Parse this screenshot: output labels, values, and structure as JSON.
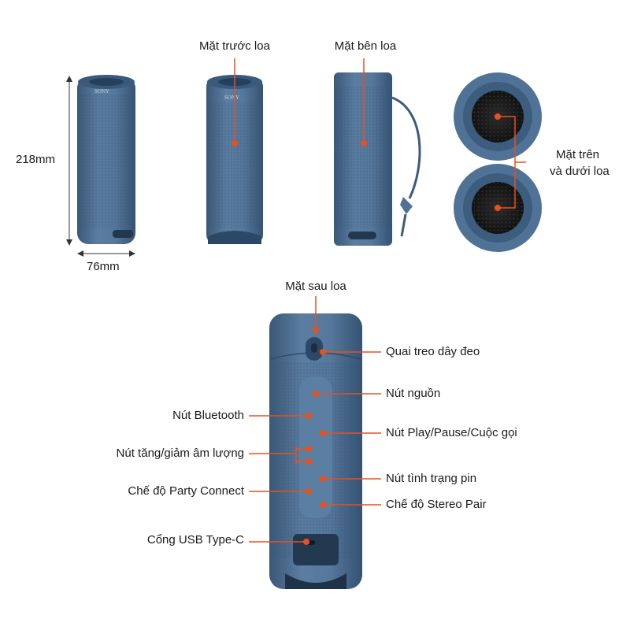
{
  "dimensions": {
    "height": "218mm",
    "width": "76mm"
  },
  "views": {
    "front": "Mặt trước loa",
    "side": "Mặt bên loa",
    "top_bottom_line1": "Mặt trên",
    "top_bottom_line2": "và dưới loa",
    "back": "Mặt sau loa"
  },
  "brand": "SONY",
  "callouts": {
    "strap_hook": "Quai treo dây đeo",
    "power_button": "Nút nguồn",
    "bluetooth_button": "Nút Bluetooth",
    "play_pause_call": "Nút Play/Pause/Cuộc gọi",
    "volume_buttons": "Nút tăng/giảm âm lượng",
    "battery_status": "Nút tình trạng pin",
    "party_connect": "Chế độ Party Connect",
    "stereo_pair": "Chế độ Stereo Pair",
    "usb_c_port": "Cổng USB Type-C"
  },
  "colors": {
    "speaker_blue": "#4f7296",
    "speaker_dark": "#3d5d7f",
    "callout_orange": "#e8501f"
  }
}
